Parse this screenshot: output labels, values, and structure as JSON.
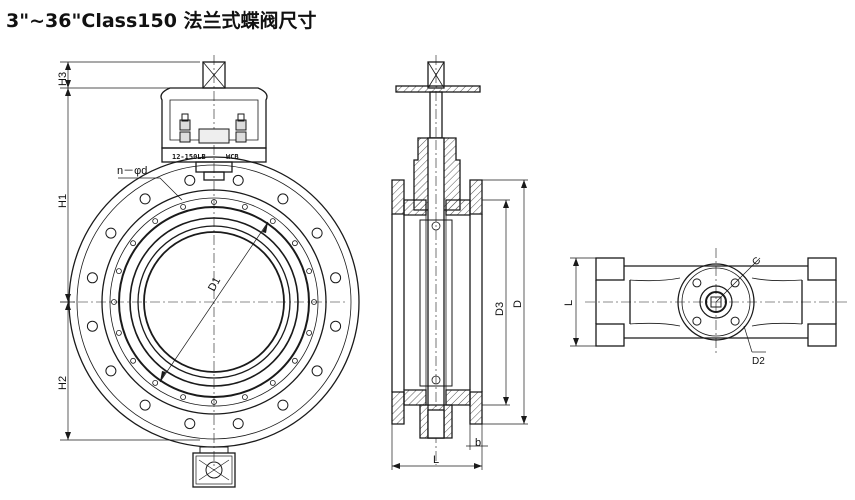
{
  "title": "3\"~36\"Class150 法兰式蝶阀尺寸",
  "labels": {
    "H3": "H3",
    "H1": "H1",
    "H2": "H2",
    "bolt_holes": "n－φd",
    "D1": "D1",
    "D3": "D3",
    "D": "D",
    "b": "b",
    "L_side": "L",
    "L_top": "L",
    "D2": "D2",
    "C": "C"
  },
  "nameplate": {
    "left": "12-150LB",
    "right": "WCB"
  },
  "colors": {
    "line": "#1a1a1a",
    "hatch": "#666666"
  }
}
